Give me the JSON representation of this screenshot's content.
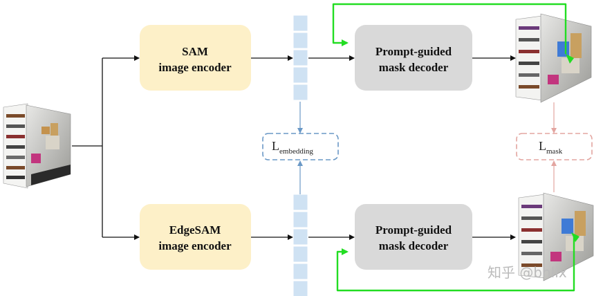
{
  "encoders": {
    "sam": {
      "line1": "SAM",
      "line2": "image encoder",
      "fill": "#fdf0c8"
    },
    "edgesam": {
      "line1": "EdgeSAM",
      "line2": "image encoder",
      "fill": "#fdf0c8"
    }
  },
  "decoders": {
    "top": {
      "line1": "Prompt-guided",
      "line2": "mask decoder",
      "fill": "#d9d9d9"
    },
    "bottom": {
      "line1": "Prompt-guided",
      "line2": "mask decoder",
      "fill": "#d9d9d9"
    }
  },
  "losses": {
    "embedding": {
      "main": "L",
      "sub": "embedding",
      "color": "#6a98c6"
    },
    "mask": {
      "main": "L",
      "sub": "mask",
      "color": "#e3a5a0"
    }
  },
  "colors": {
    "feature_token": "#cfe2f3",
    "feature_token_border": "#ffffff",
    "prompt_arrow": "#22dd22",
    "flow_arrow": "#111111"
  },
  "feature_tokens": {
    "top_count": 5,
    "bottom_count": 6
  },
  "watermark": "知乎 @bhlix"
}
